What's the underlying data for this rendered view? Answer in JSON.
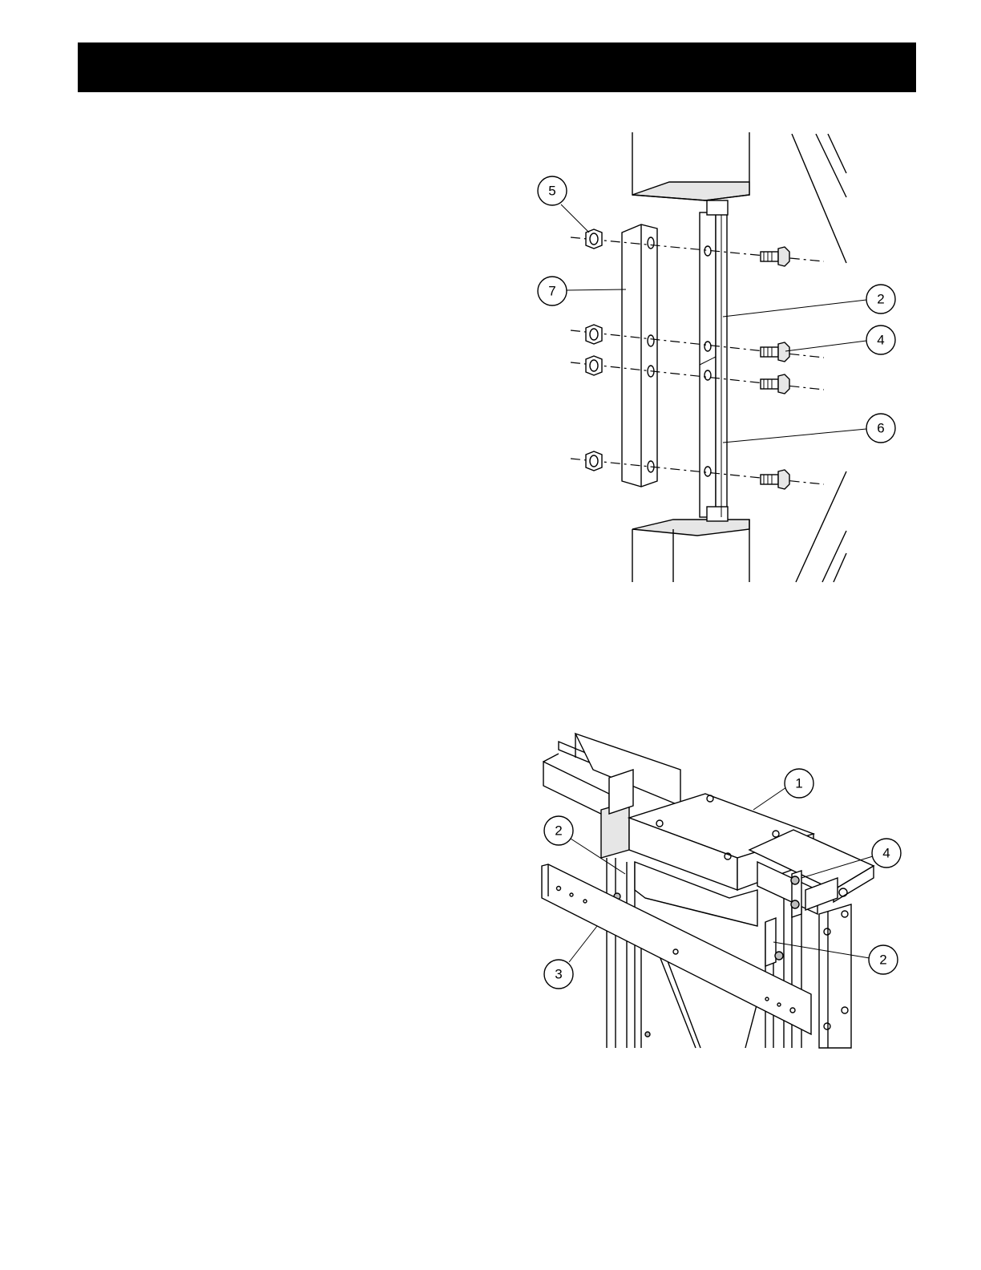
{
  "header": {
    "title": ""
  },
  "figure_top": {
    "callouts": [
      {
        "id": "callout-5",
        "label": "5"
      },
      {
        "id": "callout-7",
        "label": "7"
      },
      {
        "id": "callout-2",
        "label": "2"
      },
      {
        "id": "callout-4",
        "label": "4"
      },
      {
        "id": "callout-6",
        "label": "6"
      }
    ]
  },
  "figure_bottom": {
    "callouts": [
      {
        "id": "callout-1",
        "label": "1"
      },
      {
        "id": "callout-2a",
        "label": "2"
      },
      {
        "id": "callout-4",
        "label": "4"
      },
      {
        "id": "callout-2b",
        "label": "2"
      },
      {
        "id": "callout-3",
        "label": "3"
      }
    ]
  }
}
